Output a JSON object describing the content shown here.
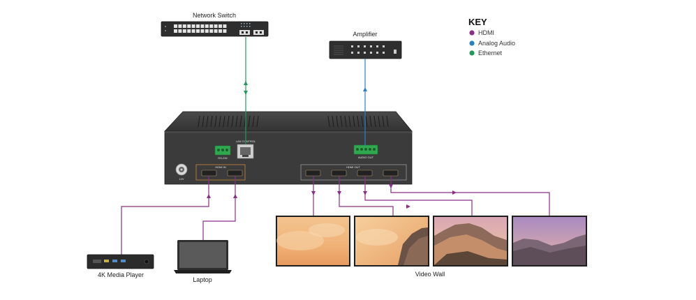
{
  "devices": {
    "network_switch": "Network Switch",
    "amplifier": "Amplifier",
    "media_player": "4K Media Player",
    "laptop": "Laptop",
    "video_wall": "Video Wall"
  },
  "unit_panel": {
    "rs232": "RS-232",
    "lan_control": "LAN CONTROL",
    "audio_out": "AUDIO OUT",
    "hdmi_in": "HDMI IN",
    "hdmi_out": "HDMI OUT",
    "power": "12V"
  },
  "key": {
    "title": "KEY",
    "items": [
      {
        "label": "HDMI",
        "color": "#8a2f86"
      },
      {
        "label": "Analog Audio",
        "color": "#2a7fc1"
      },
      {
        "label": "Ethernet",
        "color": "#1f9a5a"
      }
    ]
  }
}
